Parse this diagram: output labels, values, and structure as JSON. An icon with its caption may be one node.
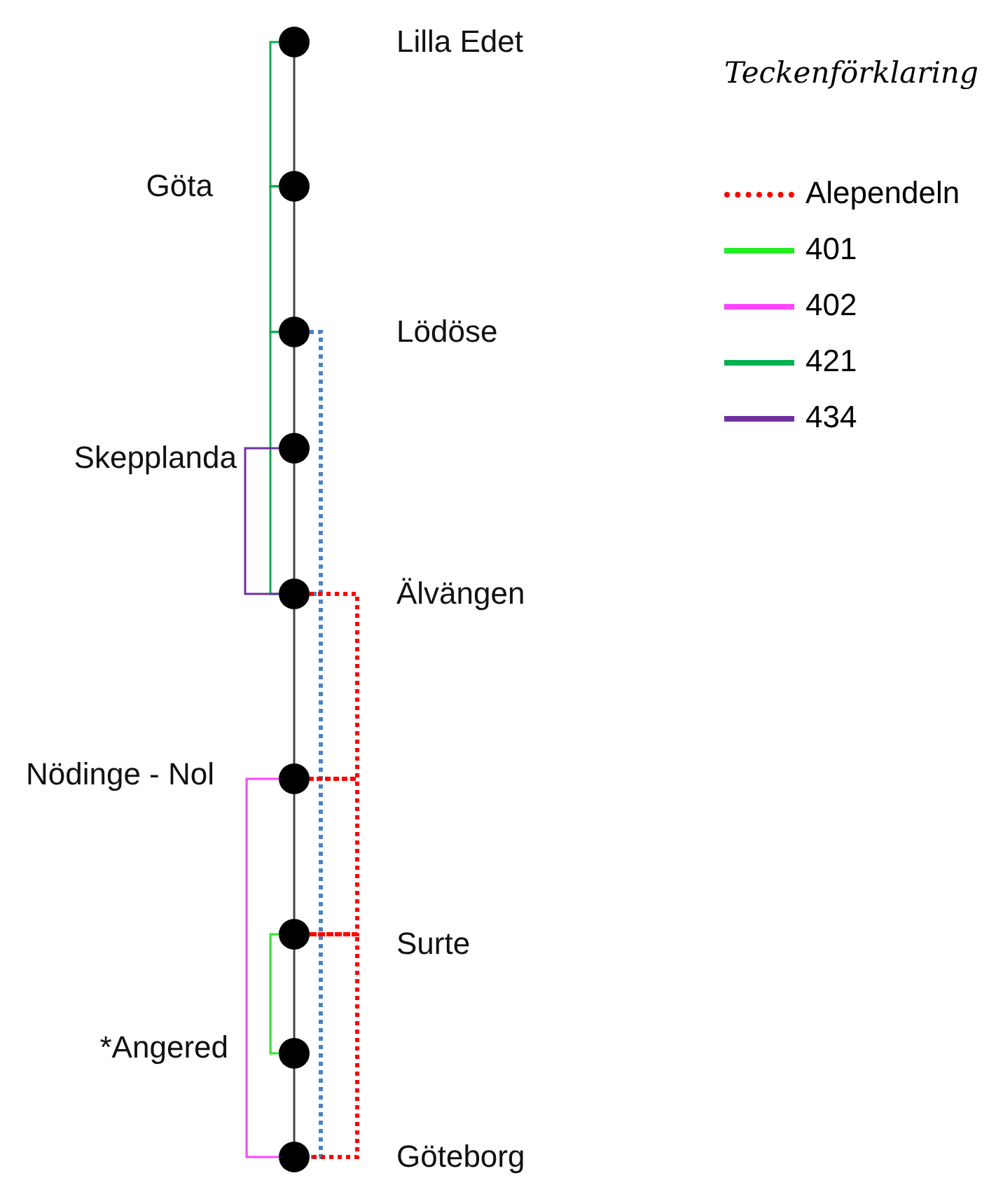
{
  "diagram": {
    "nodes": [
      {
        "text": [
          "Lilla Edet"
        ]
      },
      {
        "text": [
          "Göta"
        ]
      },
      {
        "text": [
          "Lödöse"
        ]
      },
      {
        "text": [
          "Skepplanda"
        ]
      },
      {
        "text": [
          "Älvängen"
        ]
      },
      {
        "text": [
          "Nödinge - Nol"
        ]
      },
      {
        "text": [
          "Surte"
        ]
      },
      {
        "text": [
          "*Angered"
        ]
      },
      {
        "text": [
          "Göteborg"
        ]
      }
    ],
    "edges": [
      {
        "from": 0,
        "to": 1,
        "arrow": "none"
      },
      {
        "from": 1,
        "to": 2,
        "arrow": "none"
      },
      {
        "from": 2,
        "to": 3,
        "arrow": "none"
      },
      {
        "from": 3,
        "to": 4,
        "arrow": "none"
      },
      {
        "from": 4,
        "to": 5,
        "arrow": "none"
      },
      {
        "from": 5,
        "to": 6,
        "arrow": "none"
      },
      {
        "from": 6,
        "to": 7,
        "arrow": "none"
      },
      {
        "from": 7,
        "to": 8,
        "arrow": "none"
      },
      {
        "from": 0,
        "to": 1,
        "arrow": "none",
        "color": "#00b050"
      },
      {
        "from": 1,
        "to": 2,
        "arrow": "none",
        "color": "#00b050"
      },
      {
        "from": 2,
        "to": 4,
        "arrow": "none",
        "color": "#00b050"
      },
      {
        "from": 3,
        "to": 4,
        "arrow": "none",
        "color": "#7030a0"
      },
      {
        "from": 5,
        "to": 8,
        "arrow": "none",
        "color": "#ff44ff"
      },
      {
        "from": 6,
        "to": 7,
        "arrow": "none",
        "color": "#22ee22"
      },
      {
        "from": 2,
        "to": 4,
        "arrow": "none",
        "style": "dashed",
        "color": "#4f81bd"
      },
      {
        "from": 4,
        "to": 8,
        "arrow": "none",
        "style": "dashed",
        "color": "#4f81bd"
      },
      {
        "from": 4,
        "to": 5,
        "arrow": "none",
        "style": "dashed",
        "color": "#ff0000"
      },
      {
        "from": 5,
        "to": 6,
        "arrow": "none",
        "style": "dashed",
        "color": "#ff0000"
      },
      {
        "from": 6,
        "to": 8,
        "arrow": "none",
        "style": "dashed",
        "color": "#ff0000"
      }
    ],
    "labels": [
      "Teckenförklaring"
    ],
    "legend": [
      {
        "text": "Alependeln",
        "color": "#ff0000"
      },
      {
        "text": "401",
        "color": "#22ee22"
      },
      {
        "text": "402",
        "color": "#ff44ff"
      },
      {
        "text": "421",
        "color": "#00b050"
      },
      {
        "text": "434",
        "color": "#7030a0"
      }
    ]
  }
}
